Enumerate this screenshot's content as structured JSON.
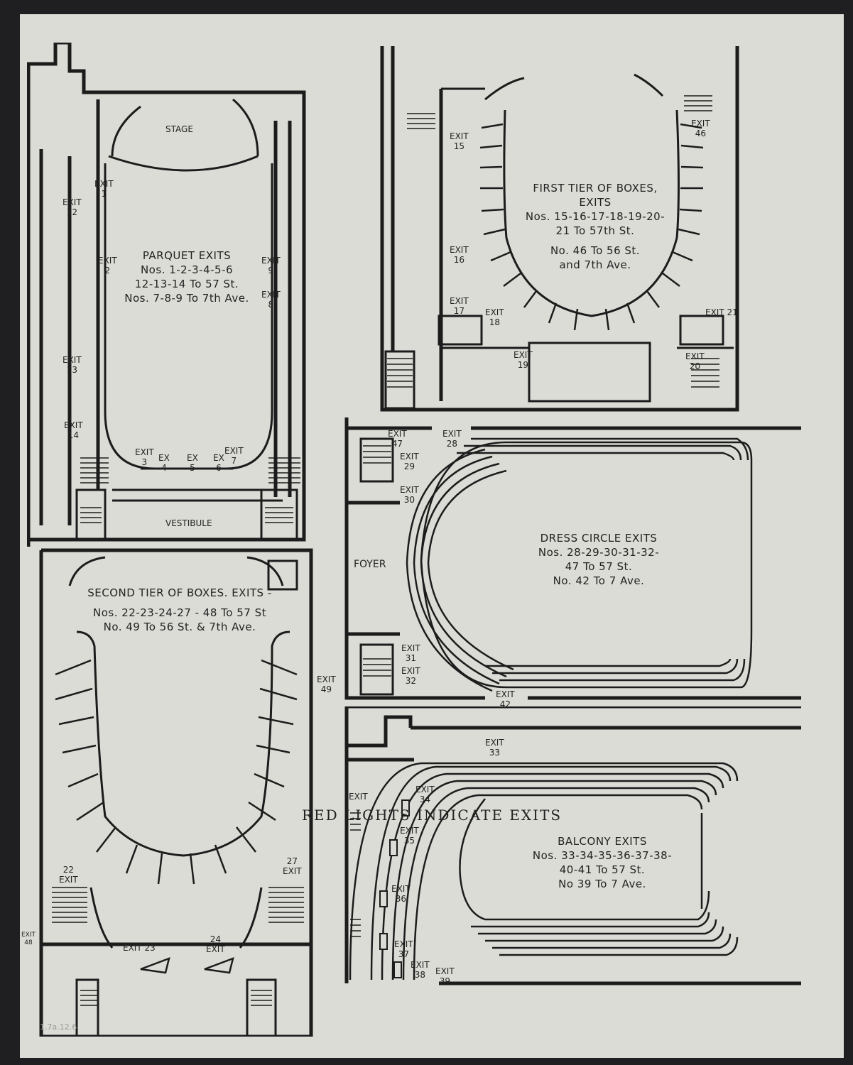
{
  "parquet": {
    "stage": "STAGE",
    "vestibule": "VESTIBULE",
    "title": "PARQUET EXITS",
    "lines": [
      "Nos. 1-2-3-4-5-6",
      "12-13-14 To 57 St.",
      "Nos. 7-8-9 To 7th Ave."
    ],
    "exits": {
      "e1": [
        "EXIT",
        "1"
      ],
      "e2": [
        "EXIT",
        "2"
      ],
      "e9": [
        "EXIT",
        "9"
      ],
      "e8": [
        "EXIT",
        "8"
      ],
      "e12": [
        "EXIT",
        "12"
      ],
      "e13": [
        "EXIT",
        "13"
      ],
      "e14": [
        "EXIT",
        "14"
      ],
      "e3": [
        "EXIT",
        "3"
      ],
      "e4": [
        "EX",
        "4"
      ],
      "e5": [
        "EX",
        "5"
      ],
      "e6": [
        "EX",
        "6"
      ],
      "e7": [
        "EXIT",
        "7"
      ]
    }
  },
  "first_tier": {
    "title": "FIRST TIER OF BOXES, EXITS",
    "lines": [
      "Nos. 15-16-17-18-19-20-",
      "21 To 57th St.",
      "No. 46 To 56 St.",
      "and 7th Ave."
    ],
    "exits": {
      "e15": [
        "EXIT",
        "15"
      ],
      "e16": [
        "EXIT",
        "16"
      ],
      "e17": [
        "EXIT",
        "17"
      ],
      "e18": [
        "EXIT",
        "18"
      ],
      "e19": [
        "EXIT",
        "19"
      ],
      "e20": [
        "EXIT",
        "20"
      ],
      "e21": [
        "EXIT 21"
      ],
      "e46": [
        "EXIT",
        "46"
      ]
    }
  },
  "second_tier": {
    "title": "SECOND TIER OF BOXES. EXITS -",
    "lines": [
      "Nos. 22-23-24-27 - 48 To 57 St",
      "No. 49 To 56 St. & 7th Ave."
    ],
    "exits": {
      "e22": [
        "22",
        "EXIT"
      ],
      "e27": [
        "27",
        "EXIT"
      ],
      "e23": [
        "EXIT 23"
      ],
      "e24": [
        "24",
        "EXIT"
      ],
      "e48": [
        "EXIT",
        "48"
      ],
      "e49": [
        "EXIT",
        "49"
      ]
    }
  },
  "dress_circle": {
    "foyer": "FOYER",
    "title": "DRESS CIRCLE EXITS",
    "lines": [
      "Nos. 28-29-30-31-32-",
      "47 To 57 St.",
      "No. 42 To 7 Ave."
    ],
    "exits": {
      "e47": [
        "EXIT",
        "47"
      ],
      "e28": [
        "EXIT",
        "28"
      ],
      "e29": [
        "EXIT",
        "29"
      ],
      "e30": [
        "EXIT",
        "30"
      ],
      "e31": [
        "EXIT",
        "31"
      ],
      "e32": [
        "EXIT",
        "32"
      ],
      "e42": [
        "EXIT",
        "42"
      ]
    }
  },
  "balcony": {
    "title": "BALCONY EXITS",
    "lines": [
      "Nos. 33-34-35-36-37-38-",
      "40-41 To 57 St.",
      "No 39 To 7 Ave."
    ],
    "exits": {
      "e33": [
        "EXIT",
        "33"
      ],
      "e34": [
        "EXIT",
        "34"
      ],
      "e35": [
        "EXIT",
        "35"
      ],
      "e36": [
        "EXIT",
        "36"
      ],
      "e37": [
        "EXIT",
        "37"
      ],
      "e38": [
        "EXIT",
        "38"
      ],
      "e39": [
        "EXIT",
        "39"
      ],
      "eX": [
        "EXIT"
      ]
    }
  },
  "footer": "RED LIGHTS INDICATE EXITS",
  "pencil_note": "1.7a.12.6"
}
